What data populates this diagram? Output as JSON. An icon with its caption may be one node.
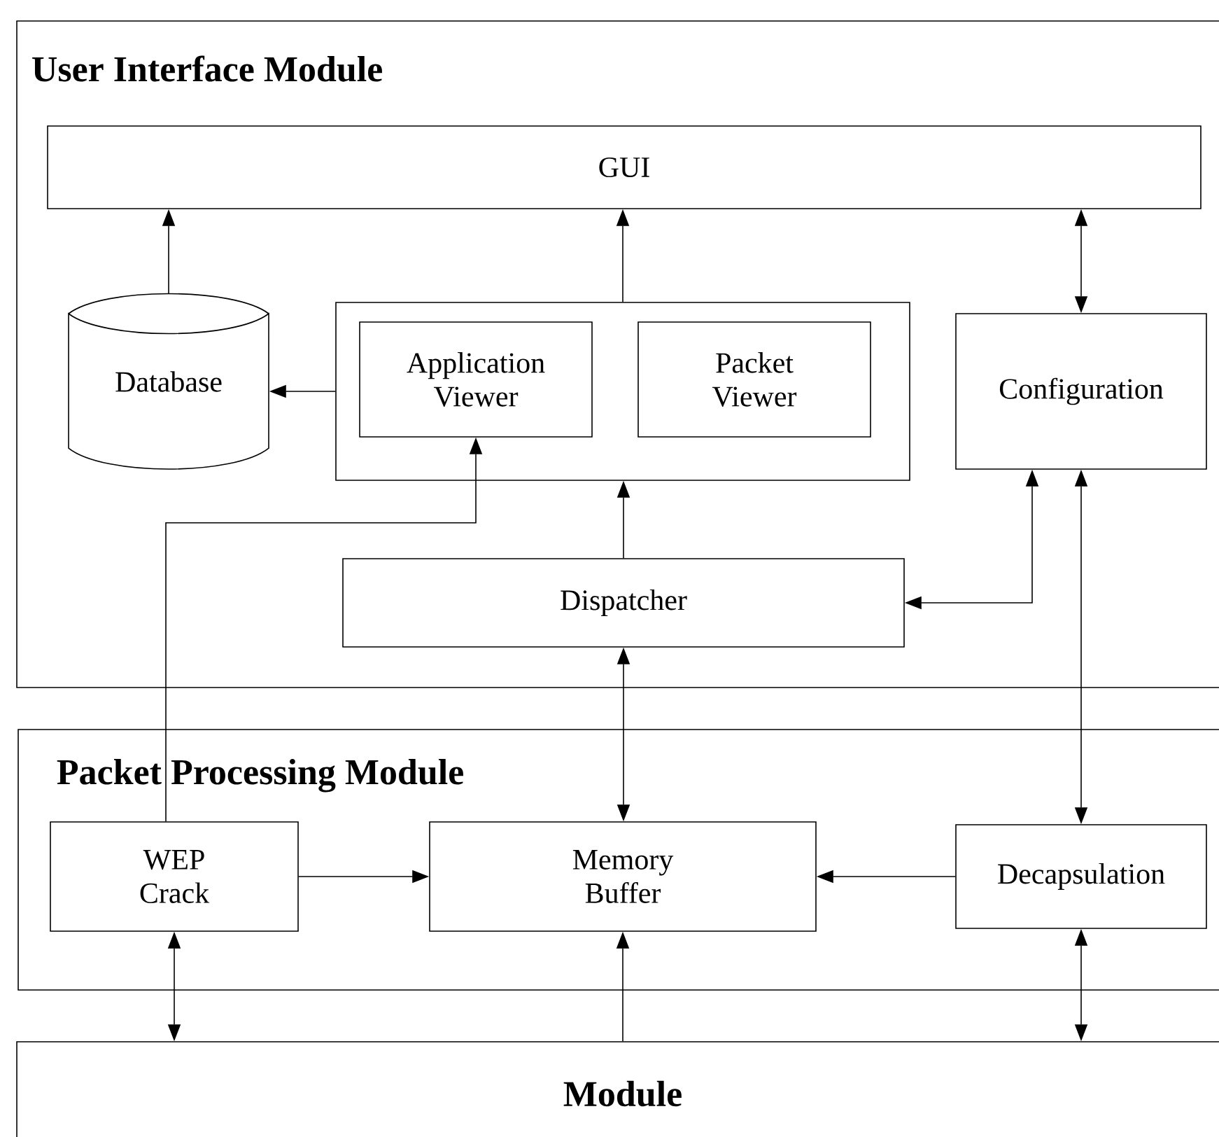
{
  "diagram": {
    "nodes": [
      {
        "text": [
          "User Interface Module"
        ]
      },
      {
        "text": [
          "GUI"
        ],
        "in": 0
      },
      {
        "text": [
          "Database"
        ],
        "in": 0
      },
      {
        "text": [],
        "shape": "box",
        "in": 0
      },
      {
        "text": [
          "Application Viewer"
        ],
        "in": 3
      },
      {
        "text": [
          "Packet Viewer"
        ],
        "in": 3
      },
      {
        "text": [
          "Configuration"
        ],
        "in": 0
      },
      {
        "text": [
          "Dispatcher"
        ],
        "in": 0
      },
      {
        "text": [
          "Packet Processing Module"
        ]
      },
      {
        "text": [
          "WEP Crack"
        ],
        "in": 8
      },
      {
        "text": [
          "Memory Buffer"
        ],
        "in": 8
      },
      {
        "text": [
          "Decapsulation"
        ],
        "in": 8
      },
      {
        "text": [
          "Module"
        ]
      }
    ],
    "edges": [
      {
        "from": 2,
        "to": 1,
        "arrow": "to"
      },
      {
        "from": 3,
        "to": 1,
        "arrow": "to"
      },
      {
        "from": 1,
        "to": 6,
        "arrow": "both"
      },
      {
        "from": 3,
        "to": 2,
        "arrow": "to"
      },
      {
        "from": 7,
        "to": 3,
        "arrow": "to"
      },
      {
        "from": 7,
        "to": 6,
        "arrow": "both"
      },
      {
        "from": 7,
        "to": 10,
        "arrow": "both"
      },
      {
        "from": 6,
        "to": 11,
        "arrow": "both"
      },
      {
        "from": 9,
        "to": 4,
        "arrow": "to"
      },
      {
        "from": 9,
        "to": 10,
        "arrow": "to"
      },
      {
        "from": 11,
        "to": 10,
        "arrow": "to"
      },
      {
        "from": 9,
        "to": 12,
        "arrow": "both"
      },
      {
        "from": 12,
        "to": 10,
        "arrow": "to"
      },
      {
        "from": 11,
        "to": 12,
        "arrow": "both"
      }
    ]
  }
}
